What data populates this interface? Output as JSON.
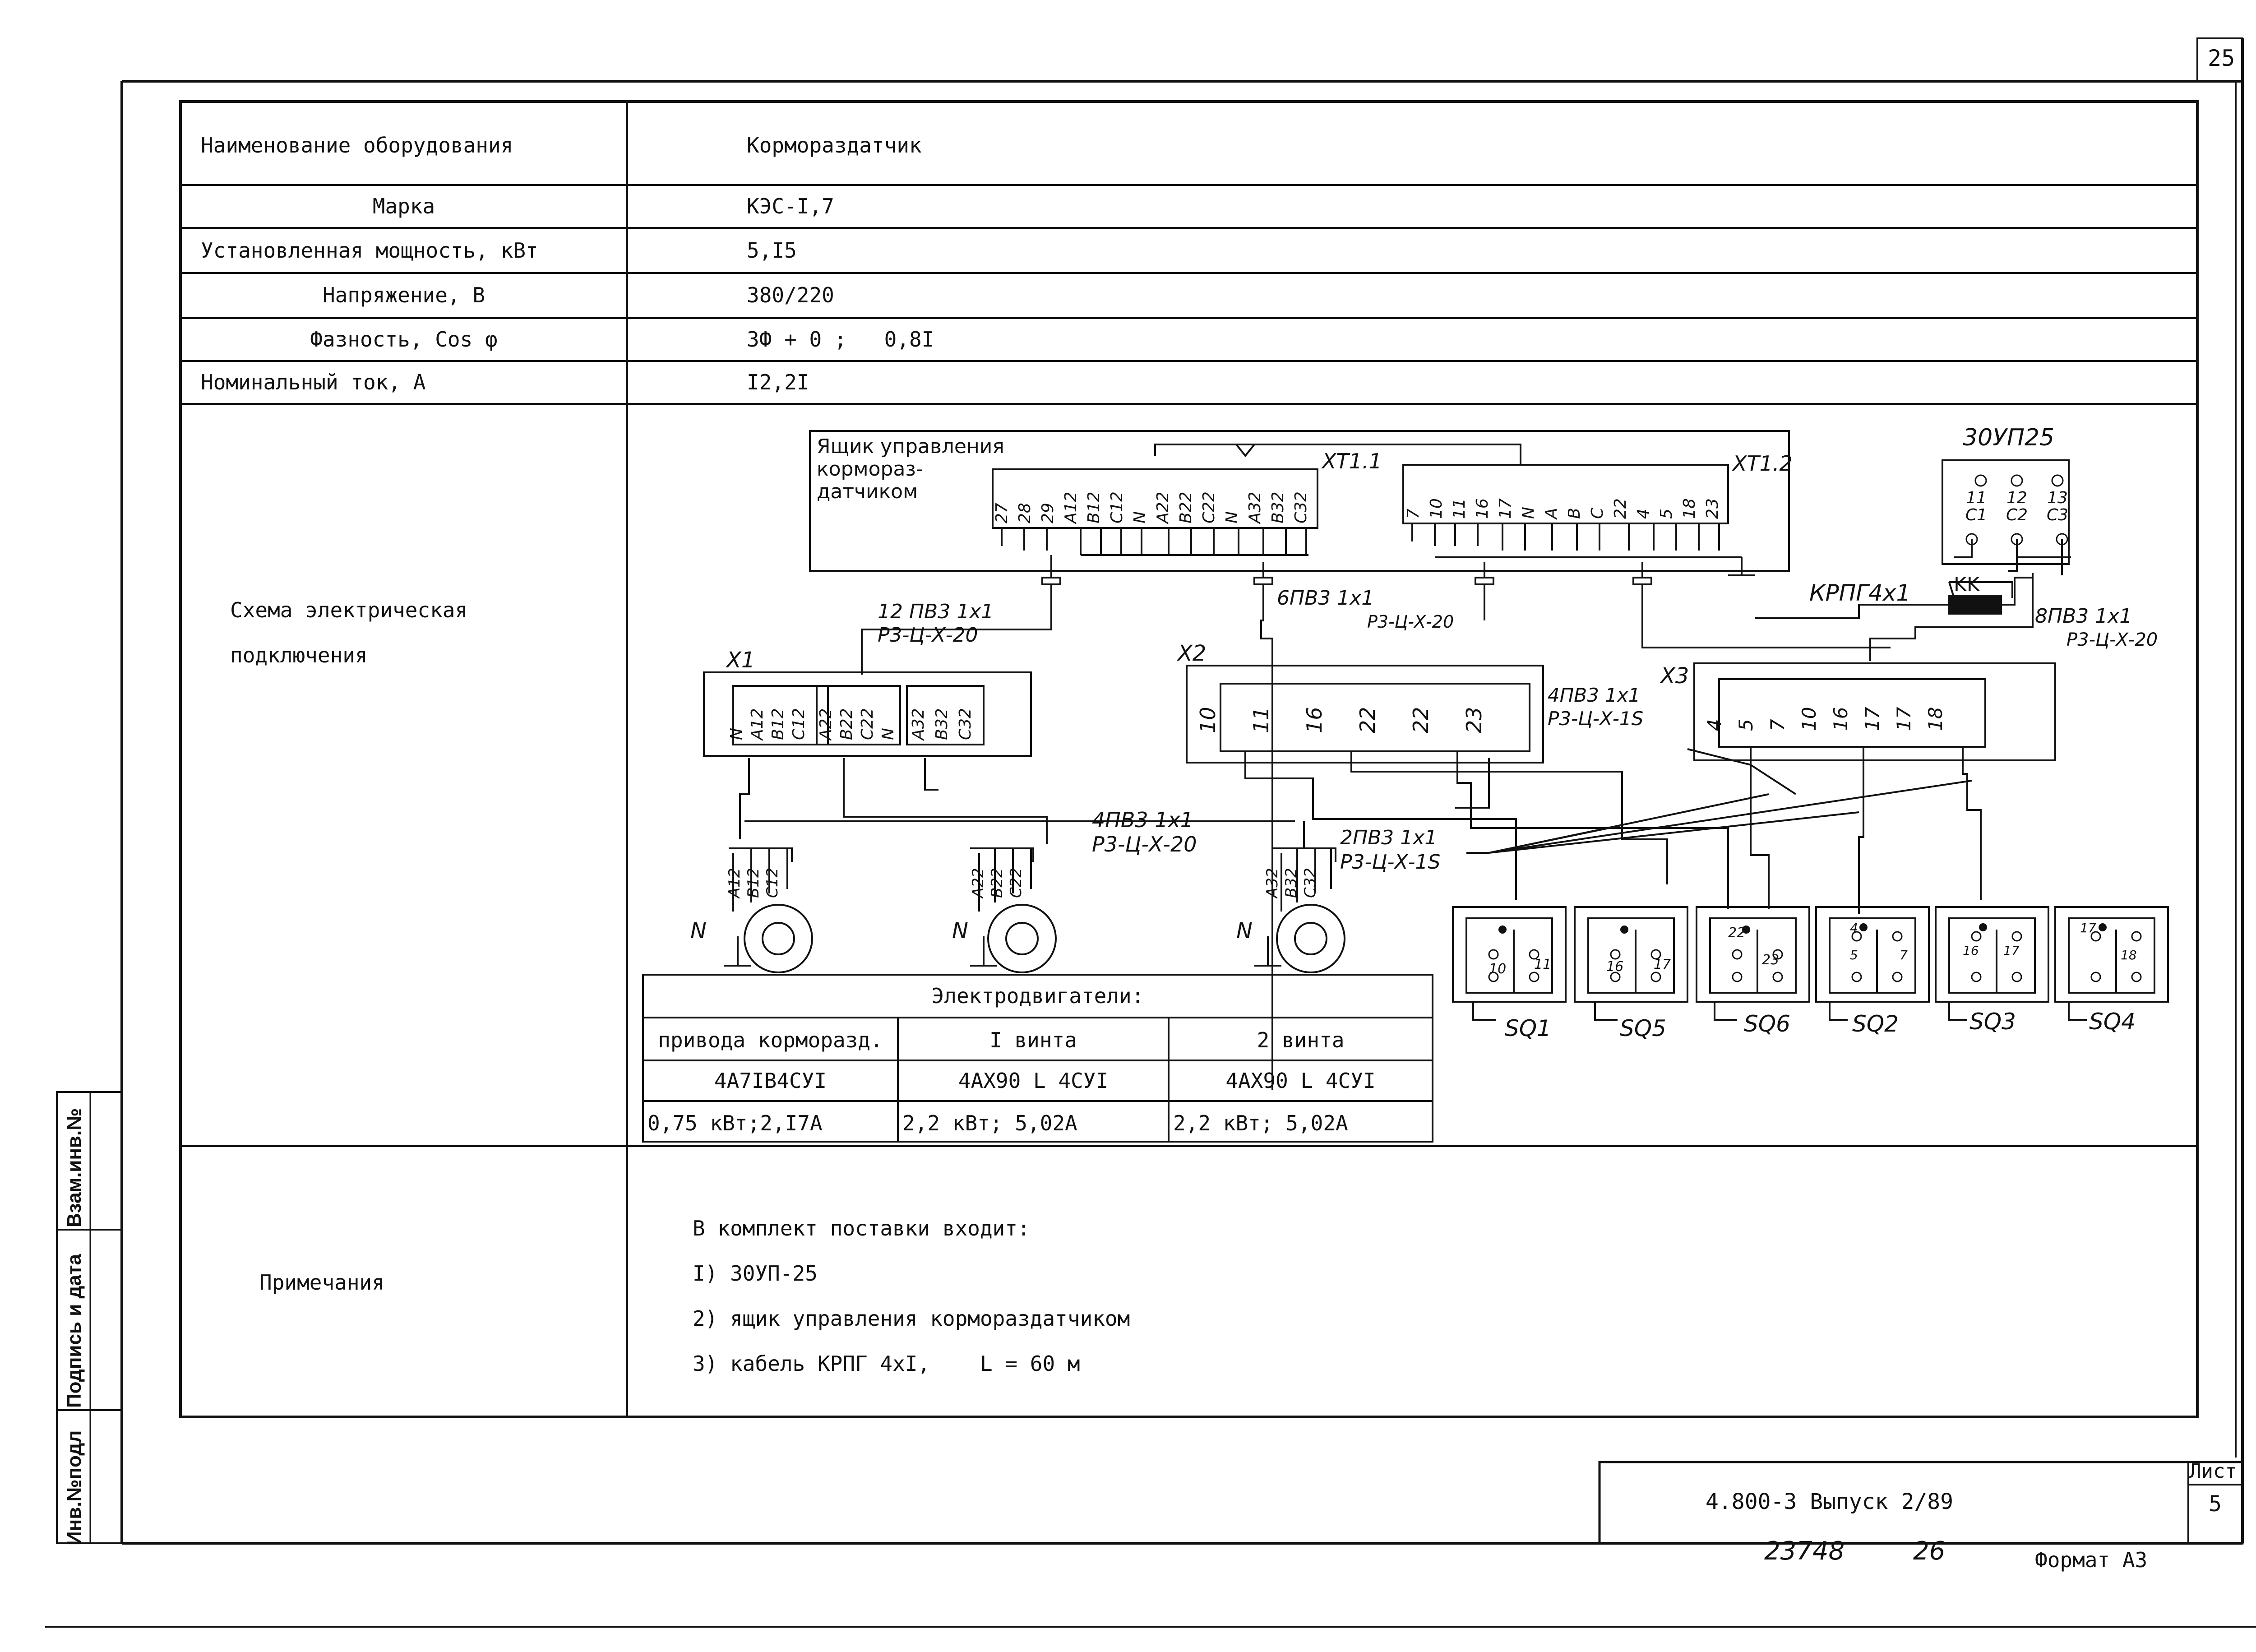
{
  "page_number": "25",
  "table": {
    "rows": [
      {
        "label": "Наименование оборудования",
        "value": "Кормораздатчик"
      },
      {
        "label": "Марка",
        "value": "КЭС-I,7"
      },
      {
        "label": "Установленная мощность, кВт",
        "value": "5,I5"
      },
      {
        "label": "Напряжение, В",
        "value": "380/220"
      },
      {
        "label": "Фазность, Cos φ",
        "value": "3Ф + 0 ;   0,8I"
      },
      {
        "label": "Номинальный ток, А",
        "value": "I2,2I"
      }
    ],
    "scheme_label_line1": "Схема электрическая",
    "scheme_label_line2": "подключения",
    "notes_label": "Примечания"
  },
  "scheme": {
    "control_box_title": [
      "Ящик управления",
      "кормораз-",
      "датчиком"
    ],
    "xt11_label": "XT1.1",
    "xt12_label": "XT1.2",
    "xt11_terminals": [
      "27",
      "28",
      "29",
      "A12",
      "B12",
      "C12",
      "N",
      "A22",
      "B22",
      "C22",
      "N",
      "A32",
      "B32",
      "C32"
    ],
    "xt12_terminals": [
      "7",
      "10",
      "11",
      "16",
      "17",
      "N",
      "A",
      "B",
      "C",
      "22",
      "4",
      "5",
      "18",
      "23"
    ],
    "device_30up25": "30УП25",
    "device_terminals": [
      [
        "11",
        "C1"
      ],
      [
        "12",
        "C2"
      ],
      [
        "13",
        "C3"
      ]
    ],
    "kk_label": "KK",
    "cable_krpg": "КРПГ4х1",
    "cable_12pv3": [
      "12 ПВ3  1х1",
      "Р3-Ц-Х-20"
    ],
    "cable_6pv3": [
      "6ПВ3  1х1",
      "Р3-Ц-Х-20"
    ],
    "cable_8pv3": [
      "8ПВ3  1х1",
      "Р3-Ц-Х-20"
    ],
    "cable_4pv3_x2": [
      "4ПВ3  1х1",
      "Р3-Ц-Х-1S"
    ],
    "cable_4pv3_m": [
      "4ПВ3 1х1",
      "Р3-Ц-Х-20"
    ],
    "cable_2pv3": [
      "2ПВ3 1х1",
      "Р3-Ц-Х-1S"
    ],
    "x1_label": "X1",
    "x2_label": "X2",
    "x3_label": "X3",
    "x1_terminals": [
      "N",
      "A12",
      "B12",
      "C12",
      "A22",
      "B22",
      "C22",
      "N",
      "A32",
      "B32",
      "C32"
    ],
    "x2_terminals": [
      "10",
      "11",
      "16",
      "22",
      "22",
      "23"
    ],
    "x3_terminals": [
      "4",
      "5",
      "7",
      "10",
      "16",
      "17",
      "17",
      "18"
    ],
    "motor_terminals": [
      [
        "A12",
        "B12",
        "C12"
      ],
      [
        "A22",
        "B22",
        "C22"
      ],
      [
        "A32",
        "B32",
        "C32"
      ]
    ],
    "neutral_label": "N",
    "switches": [
      {
        "name": "SQ1",
        "contacts": [
          "10",
          "11"
        ]
      },
      {
        "name": "SQ5",
        "contacts": [
          "16",
          "17"
        ]
      },
      {
        "name": "SQ6",
        "contacts": [
          "22",
          "23"
        ]
      },
      {
        "name": "SQ2",
        "contacts": [
          "4",
          "5",
          "7"
        ]
      },
      {
        "name": "SQ3",
        "contacts": [
          "16",
          "17"
        ]
      },
      {
        "name": "SQ4",
        "contacts": [
          "17",
          "18"
        ]
      }
    ]
  },
  "motors_table": {
    "title": "Электродвигатели:",
    "headers": [
      "привода корморазд.",
      "I винта",
      "2 винта"
    ],
    "models": [
      "4А7IВ4СУI",
      "4АХ90 L 4СУI",
      "4АХ90 L 4СУI"
    ],
    "ratings": [
      "0,75 кВт;2,I7А",
      "2,2 кВт; 5,02А",
      "2,2 кВт; 5,02А"
    ]
  },
  "notes": {
    "heading": "В комплект поставки входит:",
    "items": [
      "I) 30УП-25",
      "2) ящик управления кормораздатчиком",
      "3) кабель КРПГ 4хI,    L = 60 м"
    ]
  },
  "side_stamp": [
    "Инв.№подл",
    "Подпись и дата",
    "Взам.инв.№"
  ],
  "title_block": {
    "doc_code": "4.800-3  Выпуск 2/89",
    "sheet_label": "Лист",
    "sheet_number": "5"
  },
  "footer": {
    "inventory_number": "23748",
    "page_ref": "26",
    "format": "Формат А3"
  }
}
